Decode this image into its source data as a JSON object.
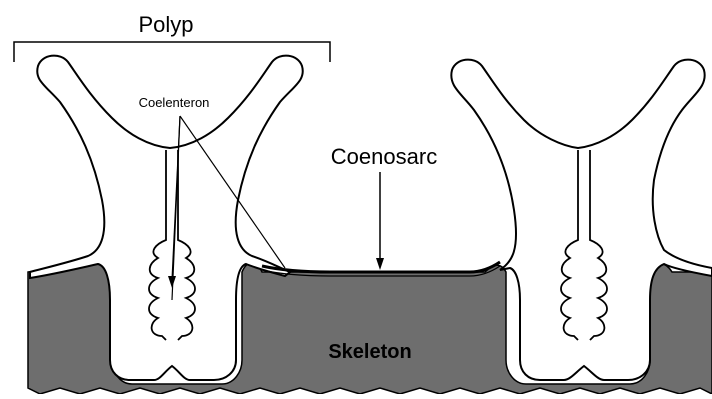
{
  "diagram": {
    "labels": {
      "polyp": "Polyp",
      "coelenteron": "Coelenteron",
      "coenosarc": "Coenosarc",
      "skeleton": "Skeleton"
    },
    "colors": {
      "skeleton_fill": "#6e6e6e",
      "outline": "#000000",
      "tissue_fill": "#ffffff",
      "background": "#ffffff"
    }
  }
}
